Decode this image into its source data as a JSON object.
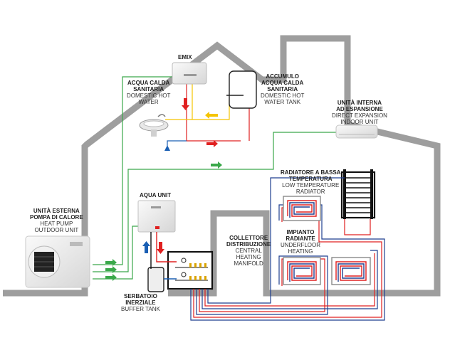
{
  "labels": {
    "emix": {
      "title": "EMIX"
    },
    "dhw": {
      "title": [
        "ACQUA CALDA",
        "SANITARIA"
      ],
      "subtitle": [
        "DOMESTIC HOT",
        "WATER"
      ]
    },
    "tank": {
      "title": [
        "ACCUMULO",
        "ACQUA CALDA",
        "SANITARIA"
      ],
      "subtitle": [
        "DOMESTIC HOT",
        "WATER TANK"
      ]
    },
    "indoor": {
      "title": [
        "UNITÀ INTERNA",
        "AD ESPANSIONE"
      ],
      "subtitle": [
        "DIRECT EXPANSION",
        "INDOOR UNIT"
      ]
    },
    "radiator": {
      "title": [
        "RADIATORE A BASSA",
        "TEMPERATURA"
      ],
      "subtitle": [
        "LOW TEMPERATURE",
        "RADIATOR"
      ]
    },
    "outdoor": {
      "title": [
        "UNITÀ ESTERNA",
        "POMPA DI CALORE"
      ],
      "subtitle": [
        "HEAT PUMP",
        "OUTDOOR UNIT"
      ]
    },
    "aqua": {
      "title": "AQUA UNIT"
    },
    "manifold": {
      "title": [
        "COLLETTORE",
        "DISTRIBUZIONE"
      ],
      "subtitle": [
        "CENTRAL",
        "HEATING",
        "MANIFOLD"
      ]
    },
    "underfloor": {
      "title": [
        "IMPIANTO",
        "RADIANTE"
      ],
      "subtitle": [
        "UNDERFLOOR",
        "HEATING"
      ]
    },
    "buffer": {
      "title": [
        "SERBATOIO",
        "INERZIALE"
      ],
      "subtitle": [
        "BUFFER TANK"
      ]
    }
  },
  "colors": {
    "house": "#9e9e9e",
    "green": "#3aa84a",
    "red": "#e02020",
    "yellow": "#f5c400",
    "blue": "#1a5fb4",
    "navy": "#1f3f8f",
    "black": "#111111",
    "grey": "#cfcfcf"
  },
  "icons": {
    "house": "house-outline",
    "boiler": "emix-unit-icon",
    "tank": "water-tank-icon",
    "sink": "sink-icon",
    "ac": "split-ac-icon",
    "radiator": "towel-radiator-icon",
    "outdoor": "heat-pump-icon",
    "aqua": "aqua-unit-icon",
    "manifold": "manifold-icon",
    "buffer": "buffer-tank-icon",
    "floor": "underfloor-loop-icon",
    "arrow": "flow-arrow-icon"
  }
}
